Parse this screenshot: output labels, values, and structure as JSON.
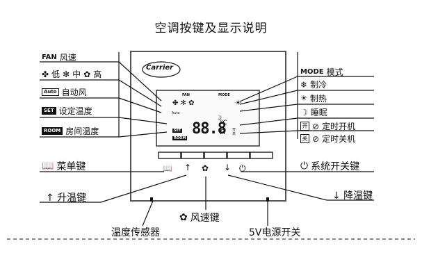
{
  "title": "空调按键及显示说明",
  "brand": "Carrier",
  "left_legend": {
    "fan": {
      "tag": "FAN",
      "text": "风速"
    },
    "speeds": {
      "low": "低",
      "mid": "中",
      "high": "高"
    },
    "auto": {
      "tag": "Auto",
      "text": "自动风"
    },
    "set": {
      "tag": "SET",
      "text": "设定温度"
    },
    "room": {
      "tag": "ROOM",
      "text": "房间温度"
    }
  },
  "right_legend": {
    "mode": {
      "tag": "MODE",
      "text": "模式"
    },
    "cool": "制冷",
    "heat": "制热",
    "sleep": "睡眠",
    "timer_on": {
      "key": "开",
      "text": "定时开机"
    },
    "timer_off": {
      "key": "关",
      "text": "定时关机"
    }
  },
  "display": {
    "fan_label": "FAN",
    "mode_label": "MODE",
    "auto_label": "Auto",
    "set_label": "SET",
    "room_label": "ROOM",
    "temperature": "88.8",
    "unit_c": "°C",
    "unit_h": "h",
    "small_text": "开\n关"
  },
  "callouts": {
    "menu_key": "菜单键",
    "power_key": "系统开关键",
    "temp_up": "↑ 升温键",
    "temp_down": "↓ 降温键",
    "fan_key": "风速键",
    "sensor": "温度传感器",
    "power_supply": "5V电源开关"
  },
  "colors": {
    "ink": "#111111",
    "panel_border": "#555555",
    "lcd_border": "#333333"
  }
}
